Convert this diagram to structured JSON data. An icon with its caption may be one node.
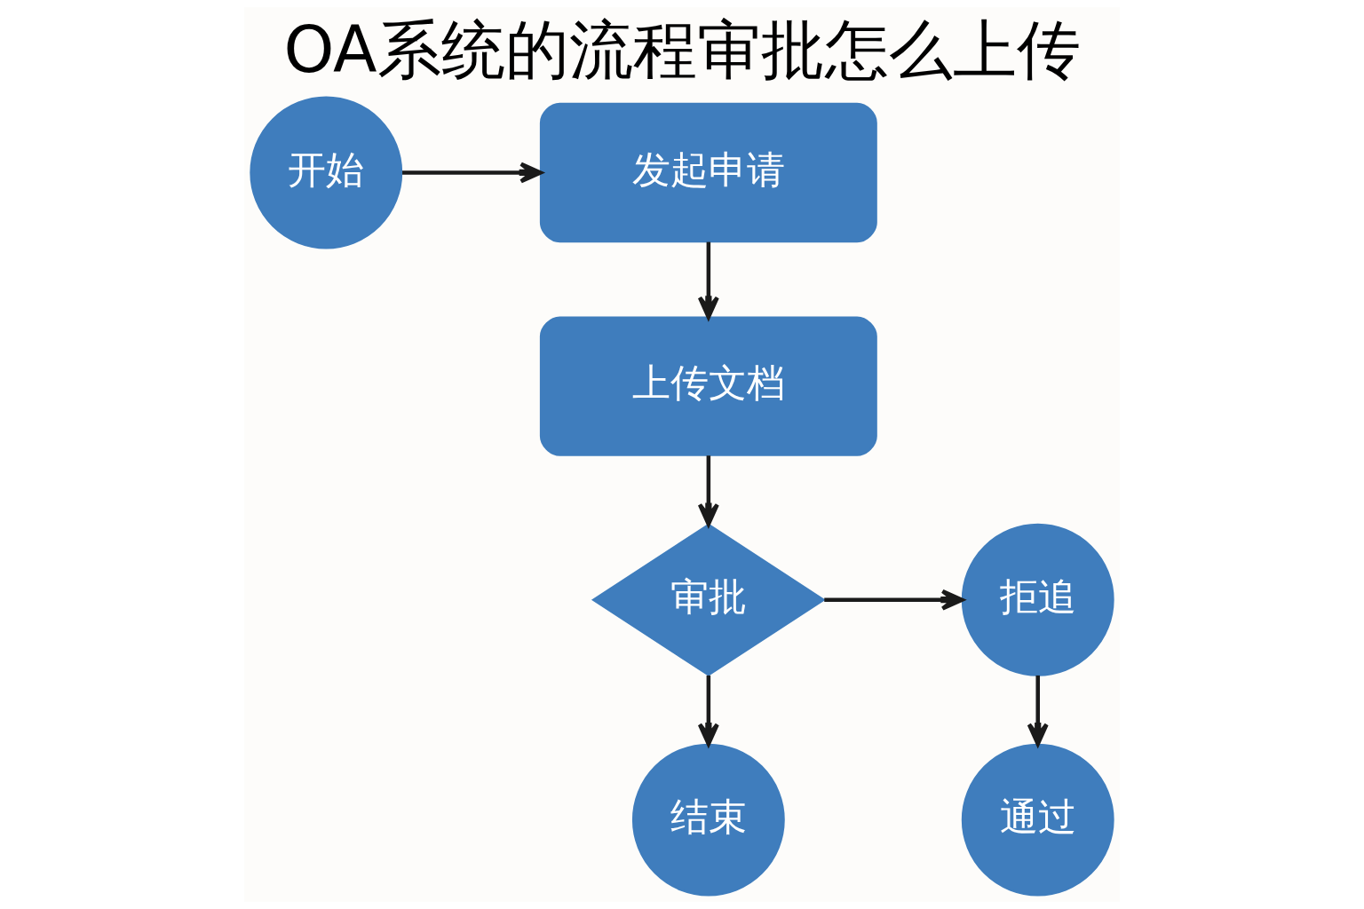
{
  "diagram": {
    "title": "OA系统的流程审批怎么上传",
    "nodes": [
      {
        "text": [
          "开始"
        ]
      },
      {
        "text": [
          "发起申请"
        ]
      },
      {
        "text": [
          "上传文档"
        ]
      },
      {
        "text": [
          "审批"
        ]
      },
      {
        "text": [
          "拒追"
        ]
      },
      {
        "text": [
          "结束"
        ]
      },
      {
        "text": [
          "通过"
        ]
      }
    ],
    "edges": [
      {
        "from": 0,
        "to": 1,
        "arrow": "to"
      },
      {
        "from": 1,
        "to": 2,
        "arrow": "to"
      },
      {
        "from": 2,
        "to": 3,
        "arrow": "to"
      },
      {
        "from": 3,
        "to": 4,
        "arrow": "to"
      },
      {
        "from": 3,
        "to": 5,
        "arrow": "to"
      },
      {
        "from": 4,
        "to": 6,
        "arrow": "to"
      }
    ]
  }
}
